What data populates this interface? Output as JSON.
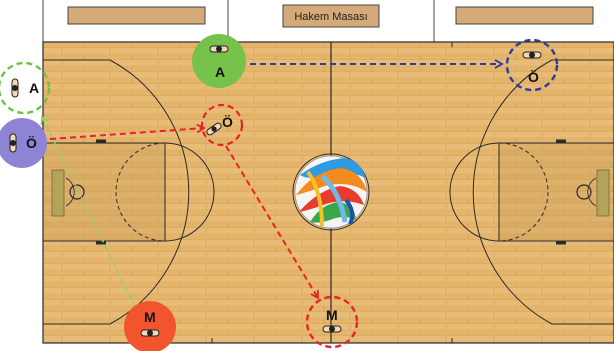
{
  "table": {
    "label": "Hakem Masası"
  },
  "players": [
    {
      "id": "a-top",
      "letter": "A",
      "color": "#77c24b",
      "ring": "solid"
    },
    {
      "id": "o-top",
      "letter": "Ö",
      "color": "#2b3d9e",
      "ring": "dashed"
    },
    {
      "id": "a-left",
      "letter": "A",
      "color": "#6cc244",
      "ring": "dashed"
    },
    {
      "id": "o-left",
      "letter": "Ö",
      "color": "#8e84d6",
      "ring": "solid"
    },
    {
      "id": "o-mid",
      "letter": "Ö",
      "color": "#e3242b",
      "ring": "dashed"
    },
    {
      "id": "m-left",
      "letter": "M",
      "color": "#f2542d",
      "ring": "solid"
    },
    {
      "id": "m-bottom",
      "letter": "M",
      "color": "#e3242b",
      "ring": "dashed"
    }
  ],
  "arrows": [
    {
      "id": "a-to-o",
      "color": "#2b3d9e"
    },
    {
      "id": "o-left-to-o-mid",
      "color": "#e3242b"
    },
    {
      "id": "o-mid-to-m-bottom",
      "color": "#e3242b"
    },
    {
      "id": "m-left-to-a-left",
      "color": "#8fd16a"
    }
  ],
  "colors": {
    "court": "#e2b066",
    "court_dark": "#c8903c",
    "lines": "#2a2a2a",
    "bench": "#d4aa78"
  }
}
